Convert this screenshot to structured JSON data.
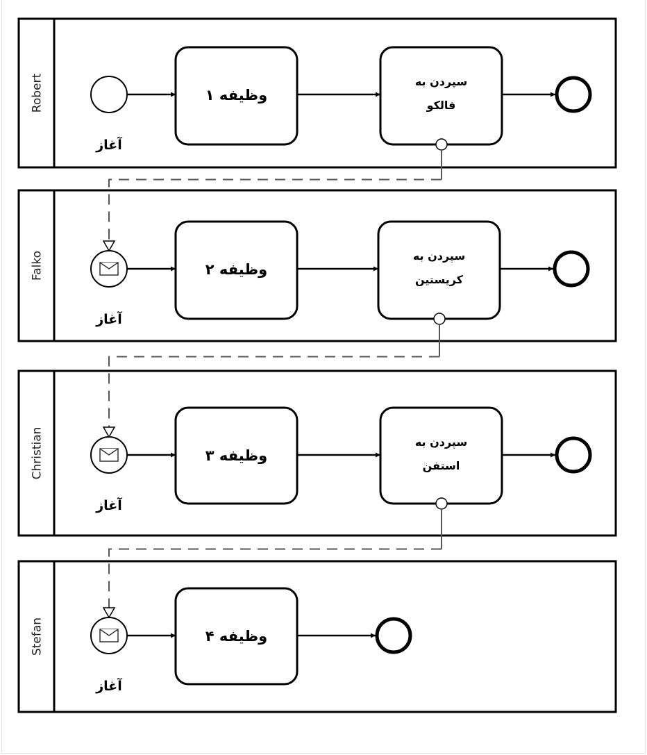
{
  "diagram": {
    "type": "BPMN collaboration (swimlanes)",
    "lanes": [
      {
        "id": "robert",
        "name": "Robert",
        "start_event": {
          "label": "آغاز",
          "kind": "none"
        },
        "tasks": [
          {
            "label_lines": [
              "وظیفه ۱"
            ],
            "style": "main"
          },
          {
            "label_lines": [
              "سپردن به",
              "فالکو"
            ],
            "style": "small",
            "sends_message": true
          }
        ],
        "end_event": {
          "kind": "end"
        }
      },
      {
        "id": "falko",
        "name": "Falko",
        "start_event": {
          "label": "آغاز",
          "kind": "message"
        },
        "tasks": [
          {
            "label_lines": [
              "وظیفه ۲"
            ],
            "style": "main"
          },
          {
            "label_lines": [
              "سپردن به",
              "کریستین"
            ],
            "style": "small",
            "sends_message": true
          }
        ],
        "end_event": {
          "kind": "end"
        }
      },
      {
        "id": "christian",
        "name": "Christian",
        "start_event": {
          "label": "آغاز",
          "kind": "message"
        },
        "tasks": [
          {
            "label_lines": [
              "وظیفه ۳"
            ],
            "style": "main"
          },
          {
            "label_lines": [
              "سپردن به",
              "استفن"
            ],
            "style": "small",
            "sends_message": true
          }
        ],
        "end_event": {
          "kind": "end"
        }
      },
      {
        "id": "stefan",
        "name": "Stefan",
        "start_event": {
          "label": "آغاز",
          "kind": "message"
        },
        "tasks": [
          {
            "label_lines": [
              "وظیفه ۴"
            ],
            "style": "main"
          }
        ],
        "end_event": {
          "kind": "end"
        }
      }
    ],
    "message_flows": [
      {
        "from": "robert.task2",
        "to": "falko.start"
      },
      {
        "from": "falko.task2",
        "to": "christian.start"
      },
      {
        "from": "christian.task2",
        "to": "stefan.start"
      }
    ]
  }
}
